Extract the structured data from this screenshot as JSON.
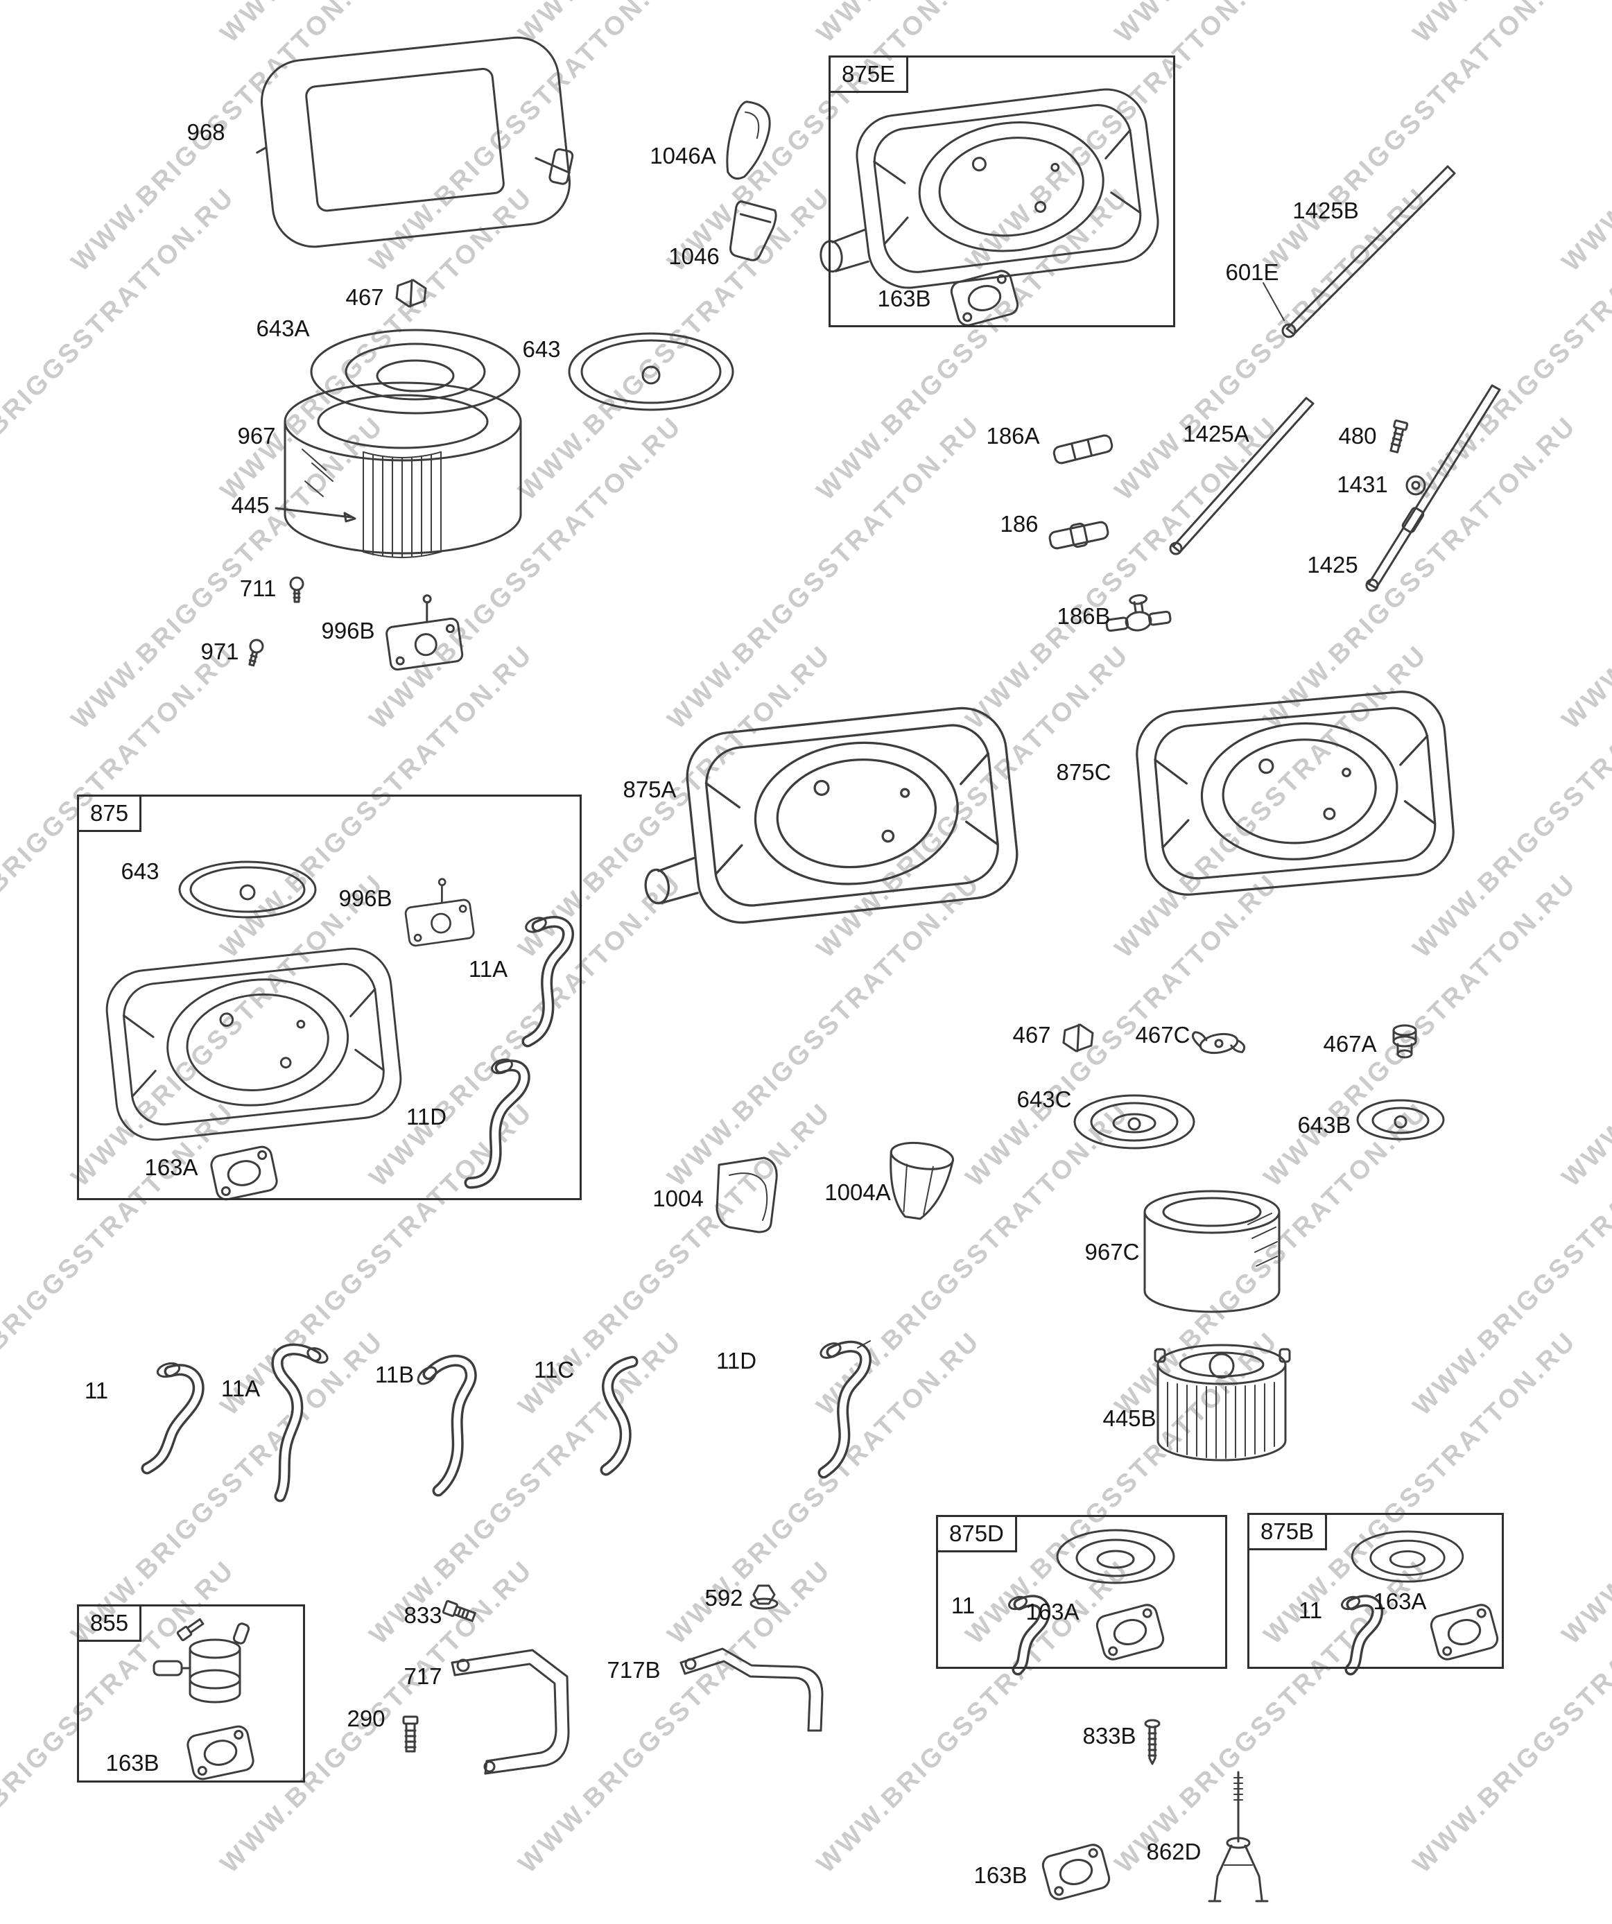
{
  "watermark": "WWW.BRIGGSSTRATTON.RU",
  "labels": {
    "968": "968",
    "1046A": "1046A",
    "1046": "1046",
    "467": "467",
    "643A": "643A",
    "643": "643",
    "967": "967",
    "445": "445",
    "711": "711",
    "971": "971",
    "996B": "996B",
    "875E": "875E",
    "163B": "163B",
    "1425B": "1425B",
    "601E": "601E",
    "186A": "186A",
    "1425A": "1425A",
    "480": "480",
    "1431": "1431",
    "186": "186",
    "1425": "1425",
    "186B": "186B",
    "875A": "875A",
    "875C": "875C",
    "875": "875",
    "11A": "11A",
    "11D": "11D",
    "163A": "163A",
    "467C": "467C",
    "467A": "467A",
    "643C": "643C",
    "643B": "643B",
    "1004": "1004",
    "1004A": "1004A",
    "967C": "967C",
    "445B": "445B",
    "11": "11",
    "11B": "11B",
    "11C": "11C",
    "875D": "875D",
    "875B": "875B",
    "855": "855",
    "833": "833",
    "717": "717",
    "290": "290",
    "717B": "717B",
    "592": "592",
    "833B": "833B",
    "862D": "862D"
  }
}
